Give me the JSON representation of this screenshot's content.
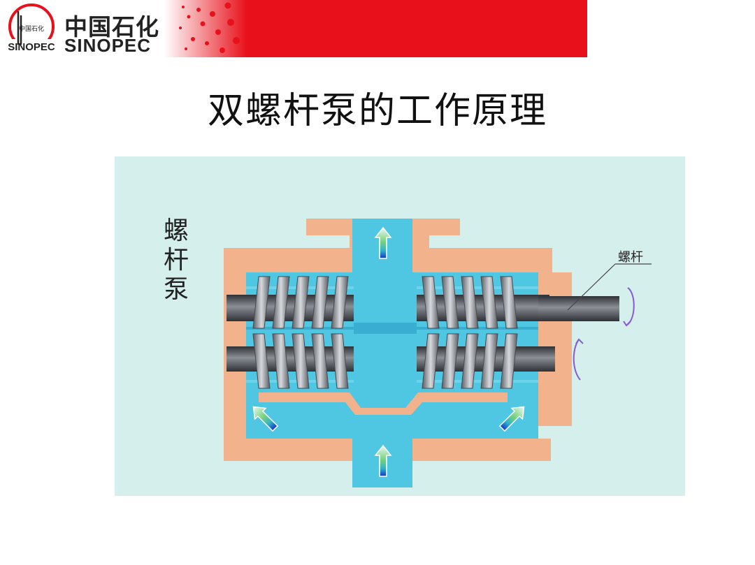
{
  "brand": {
    "name_cn": "中国石化",
    "name_en": "SINOPEC",
    "emblem_text": "中国石化",
    "primary_color": "#e8111b"
  },
  "title": "双螺杆泵的工作原理",
  "diagram": {
    "side_label": [
      "螺",
      "杆",
      "泵"
    ],
    "callout_label": "螺杆",
    "colors": {
      "panel_background": "#d4efec",
      "casing": "#f2b28c",
      "fluid": "#4fc7e3",
      "fluid_dark": "#3aaed0",
      "shaft": "#55595e",
      "thread": "#8c8f94",
      "flow_arrow": "#2f7be0",
      "rotation_arrow": "#8a5ad1"
    },
    "icons": [
      "flow-arrow-icon",
      "rotation-arrow-icon"
    ]
  }
}
